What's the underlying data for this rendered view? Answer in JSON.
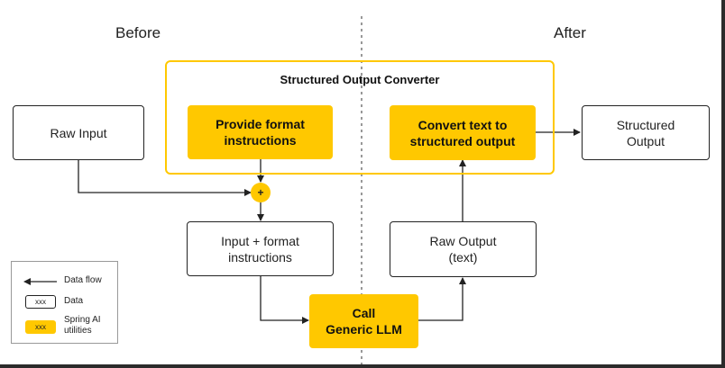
{
  "headings": {
    "before": "Before",
    "after": "After"
  },
  "group": {
    "title": "Structured Output Converter"
  },
  "nodes": {
    "raw_input": "Raw Input",
    "provide_format": "Provide format\ninstructions",
    "convert_text": "Convert text to\nstructured  output",
    "structured_output": "Structured\nOutput",
    "input_format": "Input + format\ninstructions",
    "raw_output": "Raw Output\n(text)",
    "call_llm": "Call\nGeneric LLM"
  },
  "merge_symbol": "+",
  "legend": {
    "data_flow": "Data flow",
    "data": "Data",
    "data_swatch": "xxx",
    "spring_utils": "Spring AI\nutilities",
    "util_swatch": "xxx"
  },
  "colors": {
    "accent": "#ffc800",
    "stroke": "#222222"
  }
}
